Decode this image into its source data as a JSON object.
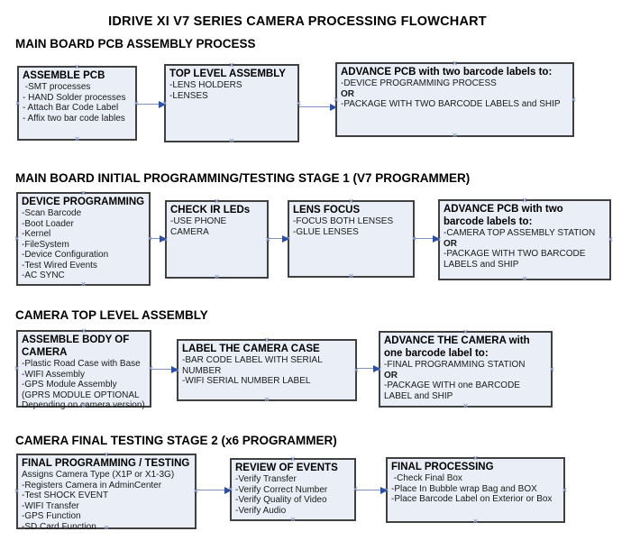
{
  "title": "IDRIVE XI V7 SERIES CAMERA PROCESSING FLOWCHART",
  "icons": {
    "connection_point_glyph": "×"
  },
  "colors": {
    "box_fill": "#e9eef7",
    "box_border": "#404040",
    "connector_line": "#8393bb",
    "arrowhead": "#2d4fa3",
    "connection_point": "#93a1c8"
  },
  "sections": [
    {
      "header": "MAIN BOARD PCB ASSEMBLY PROCESS",
      "boxes": [
        {
          "title": "ASSEMBLE PCB",
          "lines": [
            " -SMT processes",
            "- HAND Solder processes",
            "- Attach Bar Code Label",
            "- Affix two bar code lables"
          ]
        },
        {
          "title": "TOP LEVEL ASSEMBLY",
          "lines": [
            "-LENS HOLDERS",
            "-LENSES"
          ]
        },
        {
          "title": "ADVANCE PCB with two barcode labels to:",
          "lines": [
            "-DEVICE PROGRAMMING PROCESS",
            "OR",
            "-PACKAGE WITH TWO BARCODE LABELS and SHIP"
          ]
        }
      ]
    },
    {
      "header": "MAIN BOARD INITIAL PROGRAMMING/TESTING STAGE 1 (V7 PROGRAMMER)",
      "boxes": [
        {
          "title": "DEVICE PROGRAMMING",
          "lines": [
            "-Scan Barcode",
            "-Boot Loader",
            "-Kernel",
            "-FileSystem",
            "-Device Configuration",
            "-Test Wired Events",
            "-AC SYNC"
          ]
        },
        {
          "title": "CHECK IR LEDs",
          "lines": [
            "-USE PHONE CAMERA"
          ]
        },
        {
          "title": "LENS FOCUS",
          "lines": [
            "-FOCUS BOTH LENSES",
            "-GLUE LENSES"
          ]
        },
        {
          "title": "ADVANCE PCB with two barcode labels to:",
          "lines": [
            "-CAMERA TOP ASSEMBLY STATION",
            "OR",
            "-PACKAGE WITH TWO BARCODE LABELS and SHIP"
          ]
        }
      ]
    },
    {
      "header": "CAMERA TOP LEVEL ASSEMBLY",
      "boxes": [
        {
          "title": "ASSEMBLE BODY OF CAMERA",
          "lines": [
            "-Plastic Road Case with Base",
            "-WIFI Assembly",
            "-GPS Module Assembly",
            "(GPRS MODULE OPTIONAL",
            "Depending on camera version)"
          ]
        },
        {
          "title": "LABEL THE CAMERA CASE",
          "lines": [
            "-BAR CODE LABEL WITH SERIAL NUMBER",
            "-WIFI SERIAL NUMBER LABEL"
          ]
        },
        {
          "title": "ADVANCE THE CAMERA with one barcode label to:",
          "lines": [
            "-FINAL PROGRAMMING STATION",
            "OR",
            "-PACKAGE WITH one BARCODE LABEL and SHIP"
          ]
        }
      ]
    },
    {
      "header": "CAMERA FINAL TESTING STAGE 2 (x6 PROGRAMMER)",
      "boxes": [
        {
          "title": "FINAL PROGRAMMING / TESTING",
          "lines": [
            "Assigns Camera Type (X1P or X1-3G)",
            "-Registers Camera in AdminCenter",
            "-Test SHOCK EVENT",
            "-WIFI Transfer",
            "-GPS Function",
            "-SD Card Function"
          ]
        },
        {
          "title": "REVIEW OF EVENTS",
          "lines": [
            "-Verify Transfer",
            "-Verify Correct Number",
            "-Verify Quality of Video",
            "-Verify Audio"
          ]
        },
        {
          "title": "FINAL PROCESSING",
          "lines": [
            " -Check Final Box",
            "-Place In Bubble wrap Bag and BOX",
            "-Place Barcode Label on Exterior or Box"
          ]
        }
      ]
    }
  ]
}
